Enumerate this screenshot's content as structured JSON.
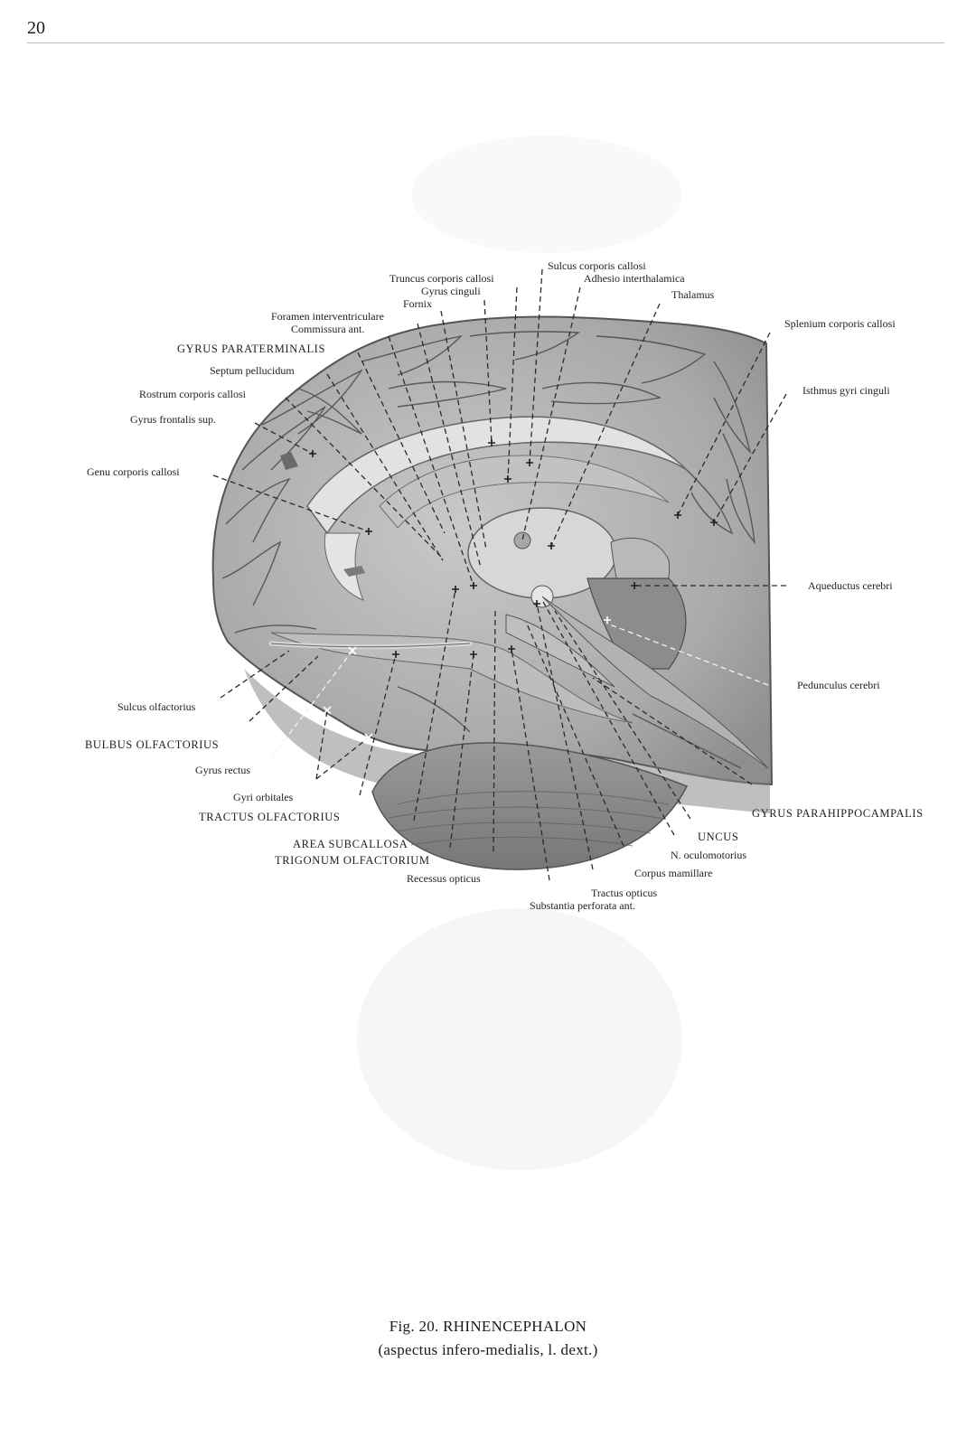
{
  "page_number": "20",
  "figure": {
    "caption_line1": "Fig. 20. RHINENCEPHALON",
    "caption_line2": "(aspectus infero-medialis, l. dext.)",
    "labels": [
      "Sulcus corporis callosi",
      "Truncus corporis callosi",
      "Adhesio interthalamica",
      "Gyrus cinguli",
      "Thalamus",
      "Fornix",
      "Foramen interventriculare",
      "Commissura ant.",
      "Splenium corporis callosi",
      "GYRUS PARATERMINALIS",
      "Septum pellucidum",
      "Isthmus gyri cinguli",
      "Rostrum corporis callosi",
      "Gyrus frontalis sup.",
      "Genu corporis callosi",
      "Aqueductus cerebri",
      "Pedunculus cerebri",
      "Sulcus olfactorius",
      "BULBUS OLFACTORIUS",
      "Gyrus rectus",
      "Gyri orbitales",
      "TRACTUS OLFACTORIUS",
      "GYRUS PARAHIPPOCAMPALIS",
      "AREA SUBCALLOSA",
      "UNCUS",
      "TRIGONUM OLFACTORIUM",
      "N. oculomotorius",
      "Recessus opticus",
      "Corpus mamillare",
      "Tractus opticus",
      "Substantia perforata ant."
    ]
  }
}
